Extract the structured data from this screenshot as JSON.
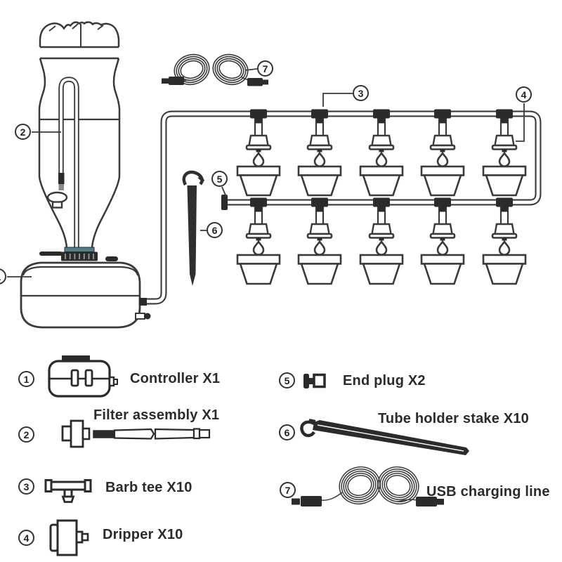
{
  "parts": [
    {
      "num": "1",
      "label": "Controller X1"
    },
    {
      "num": "2",
      "label": "Filter assembly X1"
    },
    {
      "num": "3",
      "label": "Barb tee X10"
    },
    {
      "num": "4",
      "label": "Dripper X10"
    },
    {
      "num": "5",
      "label": "End plug X2"
    },
    {
      "num": "6",
      "label": "Tube holder stake X10"
    },
    {
      "num": "7",
      "label": "USB charging line"
    }
  ],
  "colors": {
    "line": "#3a3a3a",
    "fill_dark": "#2b2b2b",
    "cap_accent": "#4d7e8a",
    "background": "#ffffff"
  }
}
